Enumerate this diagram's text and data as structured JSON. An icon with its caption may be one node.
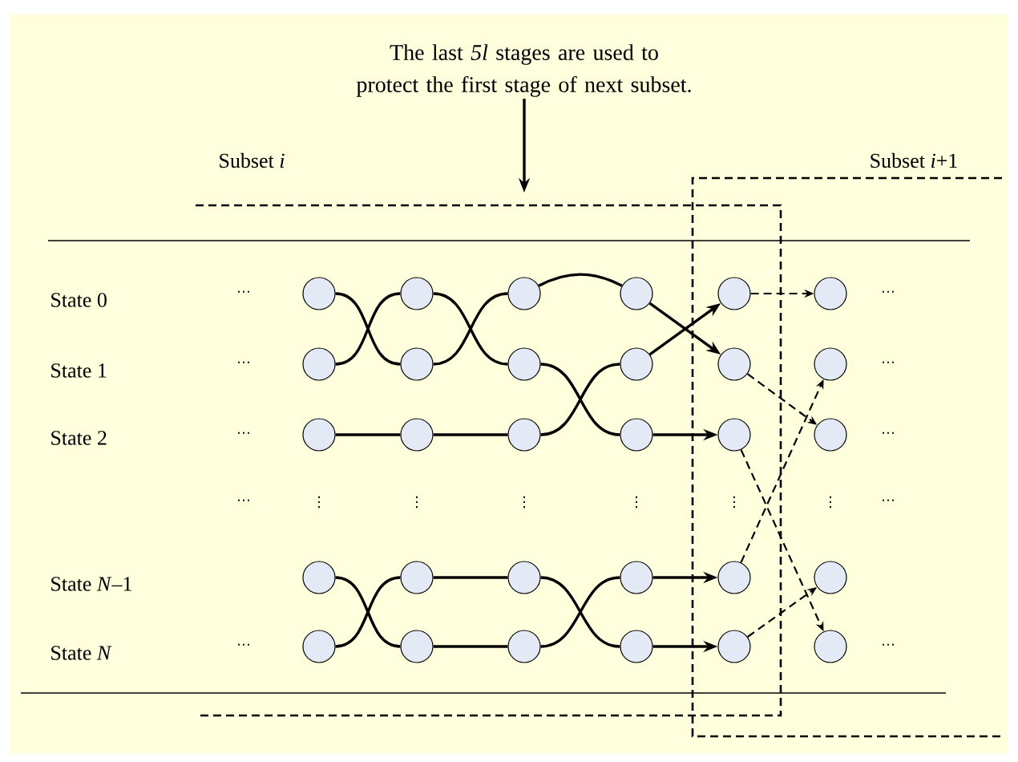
{
  "diagram": {
    "nodes": [
      {
        "text": [
          "The last *5l* stages are used to protect the first stage of next subset."
        ]
      },
      {
        "text": [],
        "shape": "circle"
      },
      {
        "text": [],
        "shape": "circle"
      },
      {
        "text": [],
        "shape": "circle"
      },
      {
        "text": [],
        "shape": "circle"
      },
      {
        "text": [],
        "shape": "circle"
      },
      {
        "text": [],
        "shape": "circle"
      },
      {
        "text": [],
        "shape": "circle"
      },
      {
        "text": [],
        "shape": "circle"
      },
      {
        "text": [],
        "shape": "circle"
      },
      {
        "text": [],
        "shape": "circle"
      },
      {
        "text": [],
        "shape": "circle"
      },
      {
        "text": [],
        "shape": "circle"
      },
      {
        "text": [],
        "shape": "circle"
      },
      {
        "text": [],
        "shape": "circle"
      },
      {
        "text": [],
        "shape": "circle"
      },
      {
        "text": [],
        "shape": "circle"
      },
      {
        "text": [],
        "shape": "circle"
      },
      {
        "text": [],
        "shape": "circle"
      },
      {
        "text": [],
        "shape": "circle"
      },
      {
        "text": [],
        "shape": "circle"
      },
      {
        "text": [],
        "shape": "circle"
      },
      {
        "text": [],
        "shape": "circle"
      },
      {
        "text": [],
        "shape": "circle"
      },
      {
        "text": [],
        "shape": "circle"
      },
      {
        "text": [],
        "shape": "circle"
      },
      {
        "text": [],
        "shape": "circle"
      },
      {
        "text": [],
        "shape": "circle"
      },
      {
        "text": [],
        "shape": "circle"
      },
      {
        "text": [],
        "shape": "circle"
      },
      {
        "text": [],
        "shape": "circle"
      }
    ],
    "edges": [
      {
        "from": 0,
        "to": null,
        "arrow": "to"
      },
      {
        "from": 1,
        "to": 8,
        "arrow": "none"
      },
      {
        "from": 8,
        "to": 3,
        "arrow": "none"
      },
      {
        "from": 3,
        "to": 4,
        "arrow": "none"
      },
      {
        "from": 4,
        "to": 11,
        "arrow": "to"
      },
      {
        "from": 7,
        "to": 2,
        "arrow": "none"
      },
      {
        "from": 2,
        "to": 9,
        "arrow": "none"
      },
      {
        "from": 9,
        "to": 16,
        "arrow": "none"
      },
      {
        "from": 16,
        "to": 17,
        "arrow": "to"
      },
      {
        "from": 13,
        "to": 14,
        "arrow": "none"
      },
      {
        "from": 14,
        "to": 15,
        "arrow": "none"
      },
      {
        "from": 15,
        "to": 10,
        "arrow": "none"
      },
      {
        "from": 10,
        "to": 5,
        "arrow": "to"
      },
      {
        "from": 19,
        "to": 26,
        "arrow": "none"
      },
      {
        "from": 26,
        "to": 27,
        "arrow": "none"
      },
      {
        "from": 27,
        "to": 22,
        "arrow": "none"
      },
      {
        "from": 22,
        "to": 23,
        "arrow": "to"
      },
      {
        "from": 25,
        "to": 20,
        "arrow": "none"
      },
      {
        "from": 20,
        "to": 21,
        "arrow": "none"
      },
      {
        "from": 21,
        "to": 28,
        "arrow": "none"
      },
      {
        "from": 28,
        "to": 29,
        "arrow": "to"
      },
      {
        "from": 5,
        "to": 6,
        "arrow": "to",
        "style": "dashed"
      },
      {
        "from": 11,
        "to": 18,
        "arrow": "to",
        "style": "dashed"
      },
      {
        "from": 17,
        "to": 30,
        "arrow": "to",
        "style": "dashed"
      },
      {
        "from": 23,
        "to": 12,
        "arrow": "to",
        "style": "dashed"
      },
      {
        "from": 29,
        "to": 24,
        "arrow": "to",
        "style": "dashed"
      }
    ],
    "labels": [
      "Subset *i*",
      "Subset *i*+1",
      "State 0",
      "⋯",
      "⋯",
      "State 1",
      "⋯",
      "⋯",
      "State 2",
      "⋯",
      "⋯",
      "⋯",
      "⋮",
      "⋮",
      "⋮",
      "⋮",
      "⋮",
      "⋮",
      "⋯",
      "State *N*–1",
      "State *N*",
      "⋯",
      "⋯"
    ]
  }
}
